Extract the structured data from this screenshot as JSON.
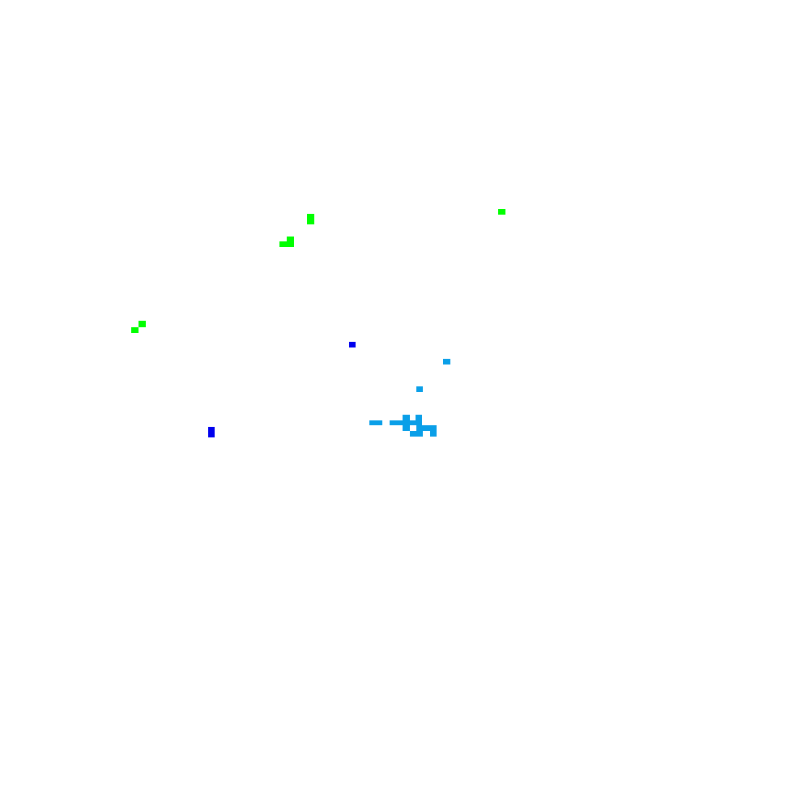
{
  "canvas": {
    "background": "#ffffff"
  },
  "colors": {
    "green": "#00ff00",
    "blue": "#0000ee",
    "light_blue": "#0a9fe8"
  },
  "blobs": [
    {
      "name": "green-blob-1",
      "color": "green"
    },
    {
      "name": "green-blob-2",
      "color": "green"
    },
    {
      "name": "green-blob-3",
      "color": "green"
    },
    {
      "name": "blue-blob-1",
      "color": "blue"
    },
    {
      "name": "light-blue-blob-1",
      "color": "light_blue"
    },
    {
      "name": "light-blue-blob-2",
      "color": "light_blue"
    },
    {
      "name": "light-blue-cluster",
      "color": "light_blue"
    },
    {
      "name": "blue-blob-2",
      "color": "blue"
    }
  ]
}
